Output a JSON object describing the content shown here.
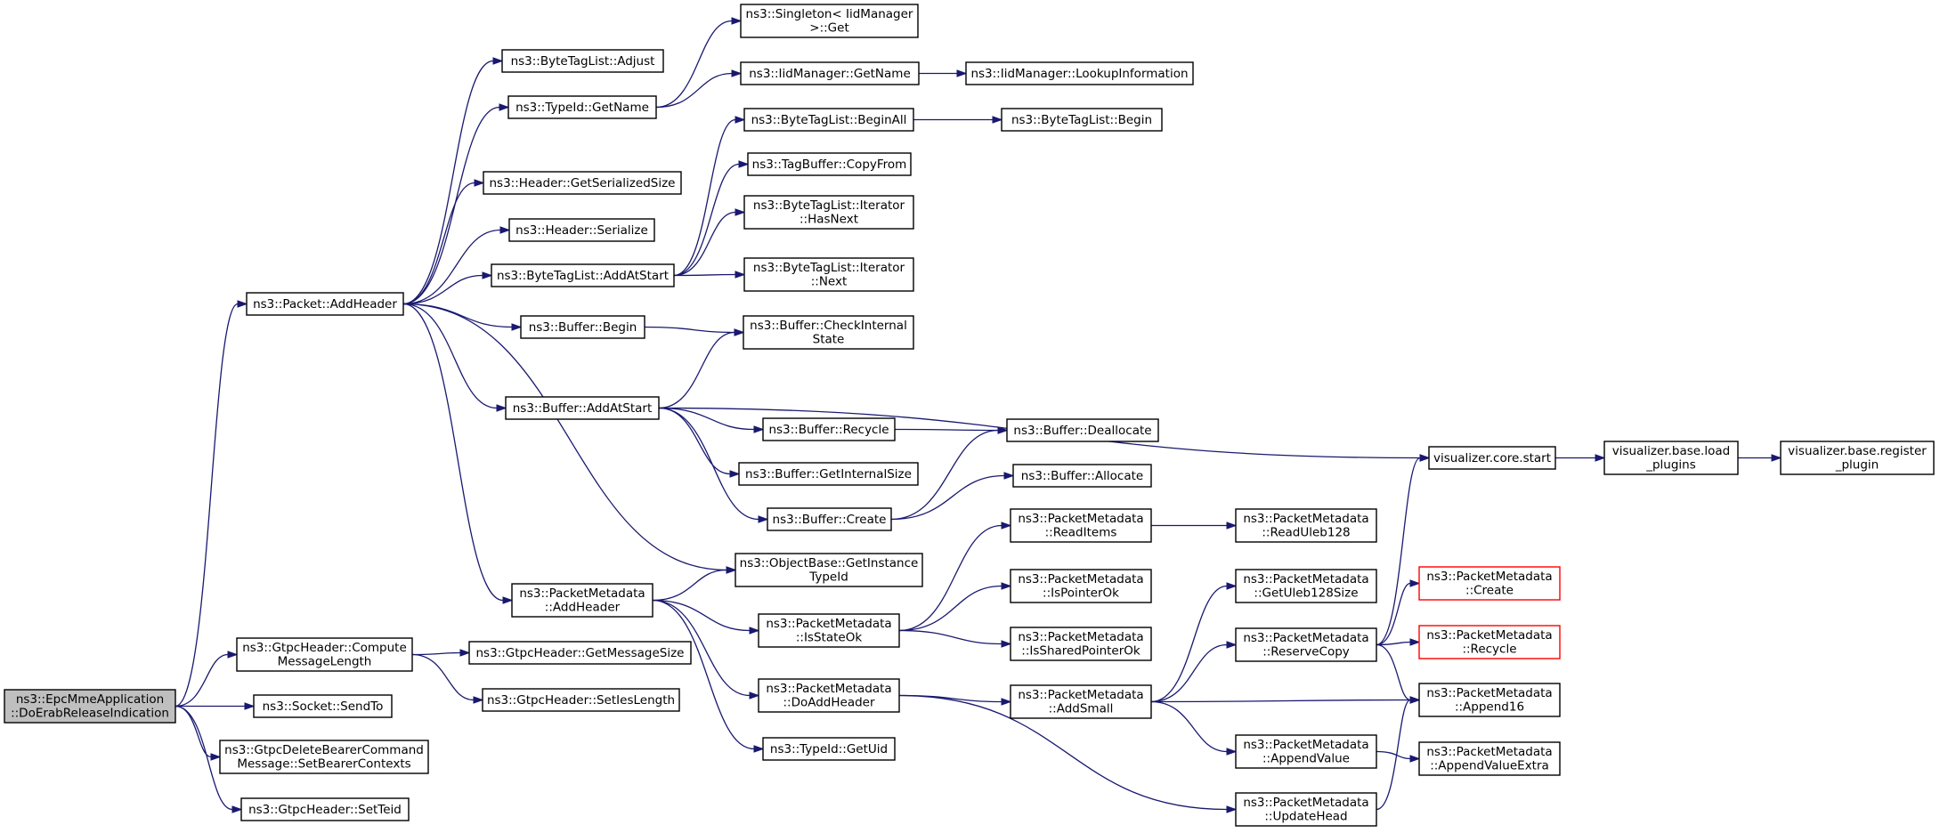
{
  "graph": {
    "colors": {
      "edge": "#191970",
      "node_border": "#000000",
      "root_fill": "#bfbfbf",
      "undocumented_border": "#ff0000"
    },
    "nodes": [
      {
        "id": "root",
        "lines": [
          "ns3::EpcMmeApplication",
          "::DoErabReleaseIndication"
        ],
        "style": "root"
      },
      {
        "id": "addHeader",
        "lines": [
          "ns3::Packet::AddHeader"
        ]
      },
      {
        "id": "gtpcCompute",
        "lines": [
          "ns3::GtpcHeader::Compute",
          "MessageLength"
        ]
      },
      {
        "id": "socketSendTo",
        "lines": [
          "ns3::Socket::SendTo"
        ]
      },
      {
        "id": "setBearerCtx",
        "lines": [
          "ns3::GtpcDeleteBearerCommand",
          "Message::SetBearerContexts"
        ]
      },
      {
        "id": "setTeid",
        "lines": [
          "ns3::GtpcHeader::SetTeid"
        ]
      },
      {
        "id": "btlAdjust",
        "lines": [
          "ns3::ByteTagList::Adjust"
        ]
      },
      {
        "id": "typeIdGetName",
        "lines": [
          "ns3::TypeId::GetName"
        ]
      },
      {
        "id": "hdrGetSerSize",
        "lines": [
          "ns3::Header::GetSerializedSize"
        ]
      },
      {
        "id": "hdrSerialize",
        "lines": [
          "ns3::Header::Serialize"
        ]
      },
      {
        "id": "btlAddAtStart",
        "lines": [
          "ns3::ByteTagList::AddAtStart"
        ]
      },
      {
        "id": "bufBegin",
        "lines": [
          "ns3::Buffer::Begin"
        ]
      },
      {
        "id": "bufAddAtStart",
        "lines": [
          "ns3::Buffer::AddAtStart"
        ]
      },
      {
        "id": "pmAddHeader",
        "lines": [
          "ns3::PacketMetadata",
          "::AddHeader"
        ]
      },
      {
        "id": "gtpcGetMsgSize",
        "lines": [
          "ns3::GtpcHeader::GetMessageSize"
        ]
      },
      {
        "id": "gtpcSetIes",
        "lines": [
          "ns3::GtpcHeader::SetIesLength"
        ]
      },
      {
        "id": "singletonGet",
        "lines": [
          "ns3::Singleton< IidManager",
          ">::Get"
        ]
      },
      {
        "id": "iidGetName",
        "lines": [
          "ns3::IidManager::GetName"
        ]
      },
      {
        "id": "iidLookup",
        "lines": [
          "ns3::IidManager::LookupInformation"
        ]
      },
      {
        "id": "btlBeginAll",
        "lines": [
          "ns3::ByteTagList::BeginAll"
        ]
      },
      {
        "id": "btlBegin",
        "lines": [
          "ns3::ByteTagList::Begin"
        ]
      },
      {
        "id": "tagCopyFrom",
        "lines": [
          "ns3::TagBuffer::CopyFrom"
        ]
      },
      {
        "id": "btlIterHasNext",
        "lines": [
          "ns3::ByteTagList::Iterator",
          "::HasNext"
        ]
      },
      {
        "id": "btlIterNext",
        "lines": [
          "ns3::ByteTagList::Iterator",
          "::Next"
        ]
      },
      {
        "id": "bufCheckInternal",
        "lines": [
          "ns3::Buffer::CheckInternal",
          "State"
        ]
      },
      {
        "id": "bufRecycle",
        "lines": [
          "ns3::Buffer::Recycle"
        ]
      },
      {
        "id": "bufGetInternalSize",
        "lines": [
          "ns3::Buffer::GetInternalSize"
        ]
      },
      {
        "id": "bufCreate",
        "lines": [
          "ns3::Buffer::Create"
        ]
      },
      {
        "id": "bufDeallocate",
        "lines": [
          "ns3::Buffer::Deallocate"
        ]
      },
      {
        "id": "bufAllocate",
        "lines": [
          "ns3::Buffer::Allocate"
        ]
      },
      {
        "id": "objGetInstance",
        "lines": [
          "ns3::ObjectBase::GetInstance",
          "TypeId"
        ]
      },
      {
        "id": "pmIsStateOk",
        "lines": [
          "ns3::PacketMetadata",
          "::IsStateOk"
        ]
      },
      {
        "id": "pmDoAddHeader",
        "lines": [
          "ns3::PacketMetadata",
          "::DoAddHeader"
        ]
      },
      {
        "id": "typeIdGetUid",
        "lines": [
          "ns3::TypeId::GetUid"
        ]
      },
      {
        "id": "pmReadItems",
        "lines": [
          "ns3::PacketMetadata",
          "::ReadItems"
        ]
      },
      {
        "id": "pmIsPointerOk",
        "lines": [
          "ns3::PacketMetadata",
          "::IsPointerOk"
        ]
      },
      {
        "id": "pmIsSharedPtrOk",
        "lines": [
          "ns3::PacketMetadata",
          "::IsSharedPointerOk"
        ]
      },
      {
        "id": "pmAddSmall",
        "lines": [
          "ns3::PacketMetadata",
          "::AddSmall"
        ]
      },
      {
        "id": "pmReadUleb",
        "lines": [
          "ns3::PacketMetadata",
          "::ReadUleb128"
        ]
      },
      {
        "id": "pmGetUlebSize",
        "lines": [
          "ns3::PacketMetadata",
          "::GetUleb128Size"
        ]
      },
      {
        "id": "pmReserveCopy",
        "lines": [
          "ns3::PacketMetadata",
          "::ReserveCopy"
        ]
      },
      {
        "id": "pmAppendValue",
        "lines": [
          "ns3::PacketMetadata",
          "::AppendValue"
        ]
      },
      {
        "id": "pmUpdateHead",
        "lines": [
          "ns3::PacketMetadata",
          "::UpdateHead"
        ]
      },
      {
        "id": "vizCoreStart",
        "lines": [
          "visualizer.core.start"
        ]
      },
      {
        "id": "vizLoadPlugins",
        "lines": [
          "visualizer.base.load",
          "_plugins"
        ]
      },
      {
        "id": "vizRegisterPlugin",
        "lines": [
          "visualizer.base.register",
          "_plugin"
        ]
      },
      {
        "id": "pmCreate",
        "lines": [
          "ns3::PacketMetadata",
          "::Create"
        ],
        "style": "red"
      },
      {
        "id": "pmRecycle",
        "lines": [
          "ns3::PacketMetadata",
          "::Recycle"
        ],
        "style": "red"
      },
      {
        "id": "pmAppend16",
        "lines": [
          "ns3::PacketMetadata",
          "::Append16"
        ]
      },
      {
        "id": "pmAppendValueExtra",
        "lines": [
          "ns3::PacketMetadata",
          "::AppendValueExtra"
        ]
      }
    ],
    "edges": [
      {
        "from": "root",
        "to": "addHeader"
      },
      {
        "from": "root",
        "to": "gtpcCompute"
      },
      {
        "from": "root",
        "to": "socketSendTo"
      },
      {
        "from": "root",
        "to": "setBearerCtx"
      },
      {
        "from": "root",
        "to": "setTeid"
      },
      {
        "from": "addHeader",
        "to": "btlAdjust"
      },
      {
        "from": "addHeader",
        "to": "typeIdGetName"
      },
      {
        "from": "addHeader",
        "to": "hdrGetSerSize"
      },
      {
        "from": "addHeader",
        "to": "hdrSerialize"
      },
      {
        "from": "addHeader",
        "to": "btlAddAtStart"
      },
      {
        "from": "addHeader",
        "to": "bufBegin"
      },
      {
        "from": "addHeader",
        "to": "bufAddAtStart"
      },
      {
        "from": "addHeader",
        "to": "objGetInstance"
      },
      {
        "from": "addHeader",
        "to": "pmAddHeader"
      },
      {
        "from": "gtpcCompute",
        "to": "gtpcGetMsgSize"
      },
      {
        "from": "gtpcCompute",
        "to": "gtpcSetIes"
      },
      {
        "from": "typeIdGetName",
        "to": "singletonGet"
      },
      {
        "from": "typeIdGetName",
        "to": "iidGetName"
      },
      {
        "from": "iidGetName",
        "to": "iidLookup"
      },
      {
        "from": "btlAddAtStart",
        "to": "btlBeginAll"
      },
      {
        "from": "btlAddAtStart",
        "to": "tagCopyFrom"
      },
      {
        "from": "btlAddAtStart",
        "to": "btlIterHasNext"
      },
      {
        "from": "btlAddAtStart",
        "to": "btlIterNext"
      },
      {
        "from": "btlBeginAll",
        "to": "btlBegin"
      },
      {
        "from": "bufBegin",
        "to": "bufCheckInternal"
      },
      {
        "from": "bufAddAtStart",
        "to": "bufCheckInternal"
      },
      {
        "from": "bufAddAtStart",
        "to": "vizCoreStart"
      },
      {
        "from": "bufAddAtStart",
        "to": "bufRecycle"
      },
      {
        "from": "bufAddAtStart",
        "to": "bufGetInternalSize"
      },
      {
        "from": "bufAddAtStart",
        "to": "bufCreate"
      },
      {
        "from": "bufRecycle",
        "to": "bufDeallocate"
      },
      {
        "from": "bufCreate",
        "to": "bufDeallocate"
      },
      {
        "from": "bufCreate",
        "to": "bufAllocate"
      },
      {
        "from": "vizCoreStart",
        "to": "vizLoadPlugins"
      },
      {
        "from": "vizLoadPlugins",
        "to": "vizRegisterPlugin"
      },
      {
        "from": "pmAddHeader",
        "to": "objGetInstance"
      },
      {
        "from": "pmAddHeader",
        "to": "pmIsStateOk"
      },
      {
        "from": "pmAddHeader",
        "to": "pmDoAddHeader"
      },
      {
        "from": "pmAddHeader",
        "to": "typeIdGetUid"
      },
      {
        "from": "pmIsStateOk",
        "to": "pmReadItems"
      },
      {
        "from": "pmIsStateOk",
        "to": "pmIsPointerOk"
      },
      {
        "from": "pmIsStateOk",
        "to": "pmIsSharedPtrOk"
      },
      {
        "from": "pmReadItems",
        "to": "pmReadUleb"
      },
      {
        "from": "pmDoAddHeader",
        "to": "pmAddSmall"
      },
      {
        "from": "pmDoAddHeader",
        "to": "pmUpdateHead"
      },
      {
        "from": "pmAddSmall",
        "to": "pmGetUlebSize"
      },
      {
        "from": "pmAddSmall",
        "to": "pmReserveCopy"
      },
      {
        "from": "pmAddSmall",
        "to": "pmAppend16"
      },
      {
        "from": "pmAddSmall",
        "to": "pmAppendValue"
      },
      {
        "from": "pmReserveCopy",
        "to": "vizCoreStart"
      },
      {
        "from": "pmReserveCopy",
        "to": "pmCreate"
      },
      {
        "from": "pmReserveCopy",
        "to": "pmRecycle"
      },
      {
        "from": "pmReserveCopy",
        "to": "pmAppend16"
      },
      {
        "from": "pmAppendValue",
        "to": "pmAppendValueExtra"
      },
      {
        "from": "pmUpdateHead",
        "to": "pmAppend16"
      }
    ]
  }
}
